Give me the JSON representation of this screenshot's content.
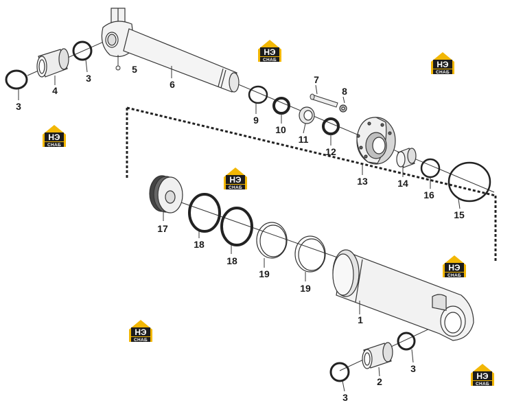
{
  "callouts": [
    {
      "id": "c1",
      "text": "1"
    },
    {
      "id": "c2",
      "text": "2"
    },
    {
      "id": "c3a",
      "text": "3"
    },
    {
      "id": "c3b",
      "text": "3"
    },
    {
      "id": "c3c",
      "text": "3"
    },
    {
      "id": "c3d",
      "text": "3"
    },
    {
      "id": "c4",
      "text": "4"
    },
    {
      "id": "c5",
      "text": "5"
    },
    {
      "id": "c6",
      "text": "6"
    },
    {
      "id": "c7",
      "text": "7"
    },
    {
      "id": "c8",
      "text": "8"
    },
    {
      "id": "c9",
      "text": "9"
    },
    {
      "id": "c10",
      "text": "10"
    },
    {
      "id": "c11",
      "text": "11"
    },
    {
      "id": "c12",
      "text": "12"
    },
    {
      "id": "c13",
      "text": "13"
    },
    {
      "id": "c14",
      "text": "14"
    },
    {
      "id": "c15",
      "text": "15"
    },
    {
      "id": "c16",
      "text": "16"
    },
    {
      "id": "c17",
      "text": "17"
    },
    {
      "id": "c18a",
      "text": "18"
    },
    {
      "id": "c18b",
      "text": "18"
    },
    {
      "id": "c19a",
      "text": "19"
    },
    {
      "id": "c19b",
      "text": "19"
    }
  ],
  "watermark": {
    "big": "НЭ",
    "small": "СНАБ",
    "colors": {
      "yellow": "#f2b705",
      "dark": "#1c1c1c"
    },
    "count": 7
  },
  "colors": {
    "line": "#333333",
    "fill": "#f2f2f2",
    "shade": "#cfcfcf",
    "text": "#1a1a1a"
  }
}
